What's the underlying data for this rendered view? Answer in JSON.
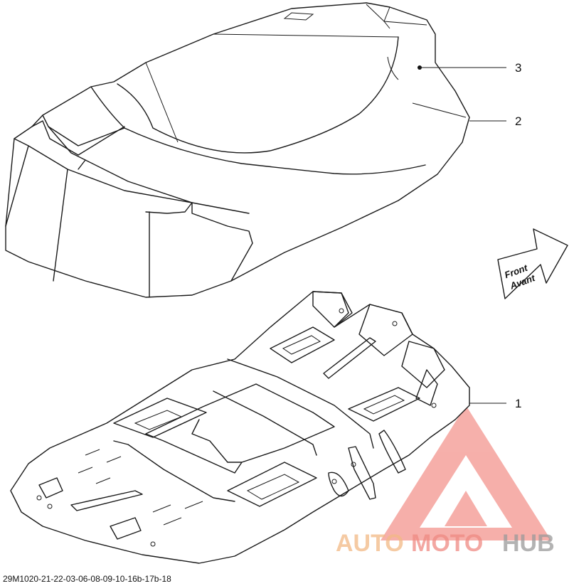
{
  "callouts": [
    {
      "label": "1"
    },
    {
      "label": "2"
    },
    {
      "label": "3"
    }
  ],
  "direction_arrow": {
    "line1": "Front",
    "line2": "Avant"
  },
  "diagram_code": "29M1020-21-22-03-06-08-09-10-16b-17b-18",
  "watermark": {
    "part1": "AUTO",
    "part2": "MOTO",
    "part3": "HUB"
  },
  "colors": {
    "line": "#1a1a1a",
    "watermark_orange": "#f2b985",
    "watermark_red": "#ef8a83",
    "watermark_gray": "#9a9a9a"
  }
}
